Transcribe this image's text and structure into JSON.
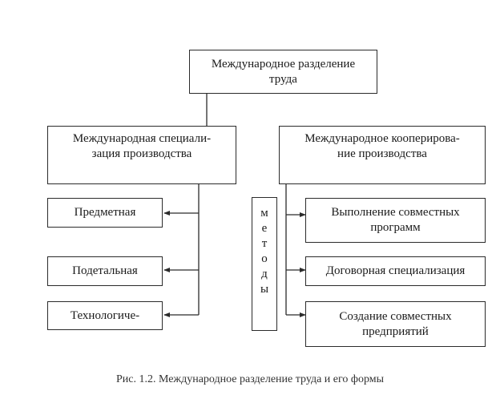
{
  "diagram": {
    "root": {
      "label": "Международное разделение\nтруда"
    },
    "specialization": {
      "label": "Международная специали-\nзация производства"
    },
    "cooperation": {
      "label": "Международное кооперирова-\nние производства"
    },
    "specialization_types": [
      {
        "label": "Предметная"
      },
      {
        "label": "Подетальная"
      },
      {
        "label": "Технологиче-"
      }
    ],
    "cooperation_types": [
      {
        "label": "Выполнение совместных\nпрограмм"
      },
      {
        "label": "Договорная специализация"
      },
      {
        "label": "Создание совместных\nпредприятий"
      }
    ],
    "methods": {
      "letters": [
        "м",
        "е",
        "т",
        "о",
        "д",
        "ы"
      ]
    },
    "line_color": "#2b2b2b"
  },
  "caption": "Рис. 1.2. Международное разделение труда и его формы"
}
